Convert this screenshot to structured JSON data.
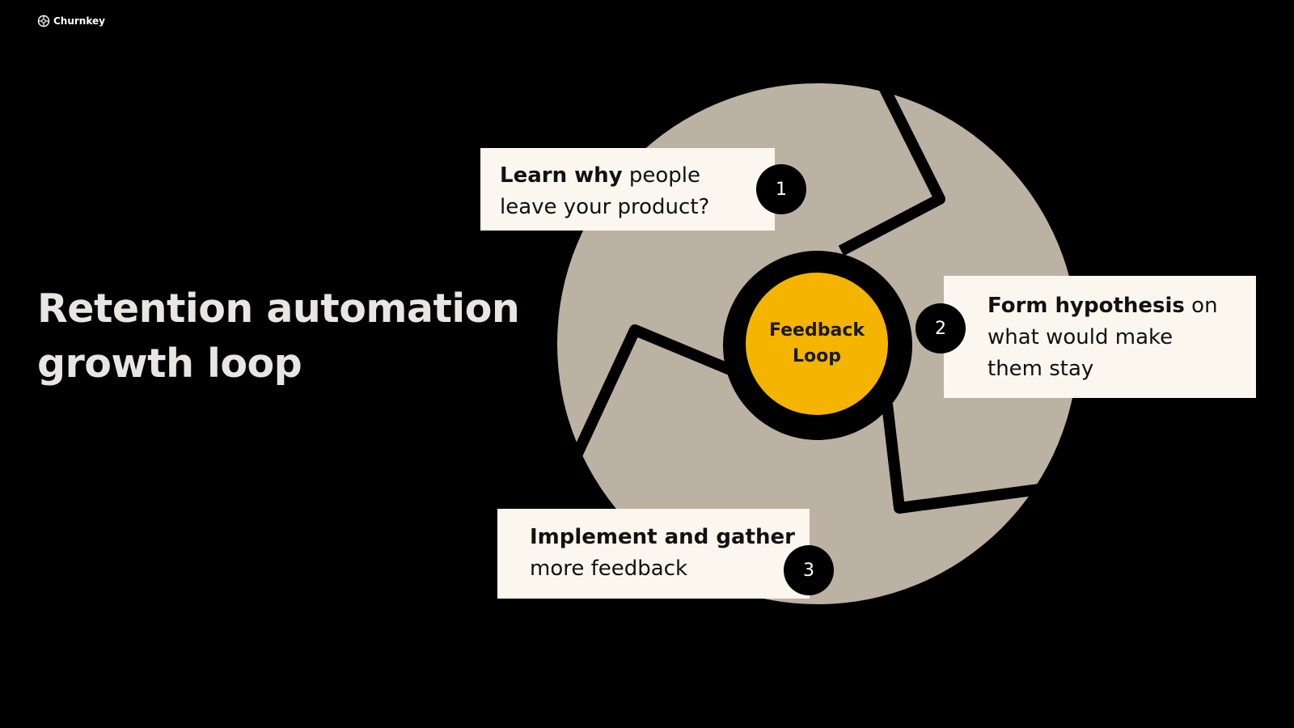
{
  "brand": {
    "name": "Churnkey",
    "icon": "churnkey-logo-icon"
  },
  "headline": {
    "line1": "Retention automation",
    "line2": "growth loop"
  },
  "diagram": {
    "center": {
      "line1": "Feedback",
      "line2": "Loop"
    },
    "steps": [
      {
        "number": "1",
        "bold": "Learn why",
        "rest_line1": " people",
        "line2": "leave your product?"
      },
      {
        "number": "2",
        "bold": "Form hypothesis",
        "rest_line1": " on",
        "line2": "what would make",
        "line3": "them stay"
      },
      {
        "number": "3",
        "bold": "Implement and gather",
        "line2": "more feedback"
      }
    ],
    "colors": {
      "background": "#000000",
      "disc": "#bcb2a4",
      "center": "#f5b400",
      "card": "#fbf6ee",
      "badge": "#000000",
      "headline": "#e8e6e3"
    }
  }
}
